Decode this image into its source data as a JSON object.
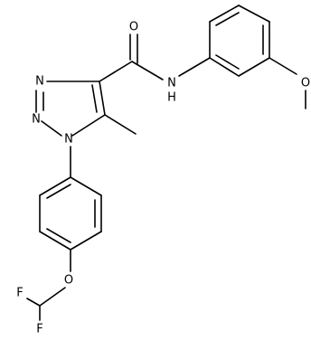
{
  "molecule": {
    "atoms": {
      "O_carbonyl": "O",
      "N_amide": "N",
      "H_amide": "H",
      "O_methoxy": "O",
      "N1": "N",
      "N2": "N",
      "N3": "N",
      "O_ether": "O",
      "F_top": "F",
      "F_bottom": "F"
    }
  }
}
